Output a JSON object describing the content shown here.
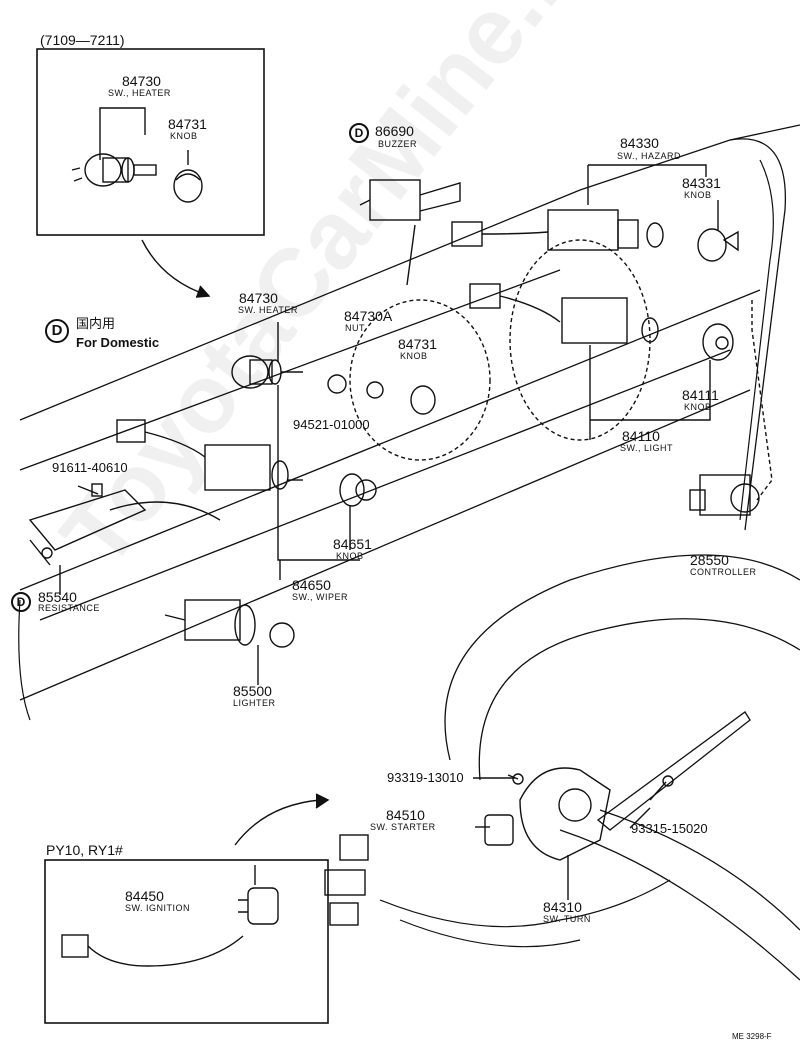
{
  "inset_top": {
    "title": "(7109—7211)",
    "part1_num": "84730",
    "part1_name": "SW., HEATER",
    "part2_num": "84731",
    "part2_name": "KNOB"
  },
  "domestic": {
    "symbol": "D",
    "kanji": "国内用",
    "text": "For Domestic"
  },
  "parts": {
    "buzzer": {
      "num": "86690",
      "name": "BUZZER"
    },
    "hazard_sw": {
      "num": "84330",
      "name": "SW., HAZARD"
    },
    "hazard_knob": {
      "num": "84331",
      "name": "KNOB"
    },
    "heater_sw": {
      "num": "84730",
      "name": "SW. HEATER"
    },
    "nut": {
      "num": "84730A",
      "name": "NUT"
    },
    "heater_knob": {
      "num": "84731",
      "name": "KNOB"
    },
    "washer": {
      "num": "94521-01000"
    },
    "light_knob": {
      "num": "84111",
      "name": "KNOB"
    },
    "light_sw": {
      "num": "84110",
      "name": "SW., LIGHT"
    },
    "screw1": {
      "num": "91611-40610"
    },
    "controller": {
      "num": "28550",
      "name": "CONTROLLER"
    },
    "wiper_knob": {
      "num": "84651",
      "name": "KNOB"
    },
    "resistance": {
      "num": "85540",
      "name": "RESISTANCE"
    },
    "wiper_sw": {
      "num": "84650",
      "name": "SW., WIPER"
    },
    "lighter": {
      "num": "85500",
      "name": "LIGHTER"
    },
    "bolt1": {
      "num": "93319-13010"
    },
    "starter_sw": {
      "num": "84510",
      "name": "SW. STARTER"
    },
    "bolt2": {
      "num": "93315-15020"
    },
    "turn_sw": {
      "num": "84310",
      "name": "SW. TURN"
    }
  },
  "inset_bottom": {
    "title": "PY10, RY1#",
    "part_num": "84450",
    "part_name": "SW. IGNITION"
  },
  "footer_code": "ME 3298-F",
  "watermark": "ToyotaCarMine.ru"
}
